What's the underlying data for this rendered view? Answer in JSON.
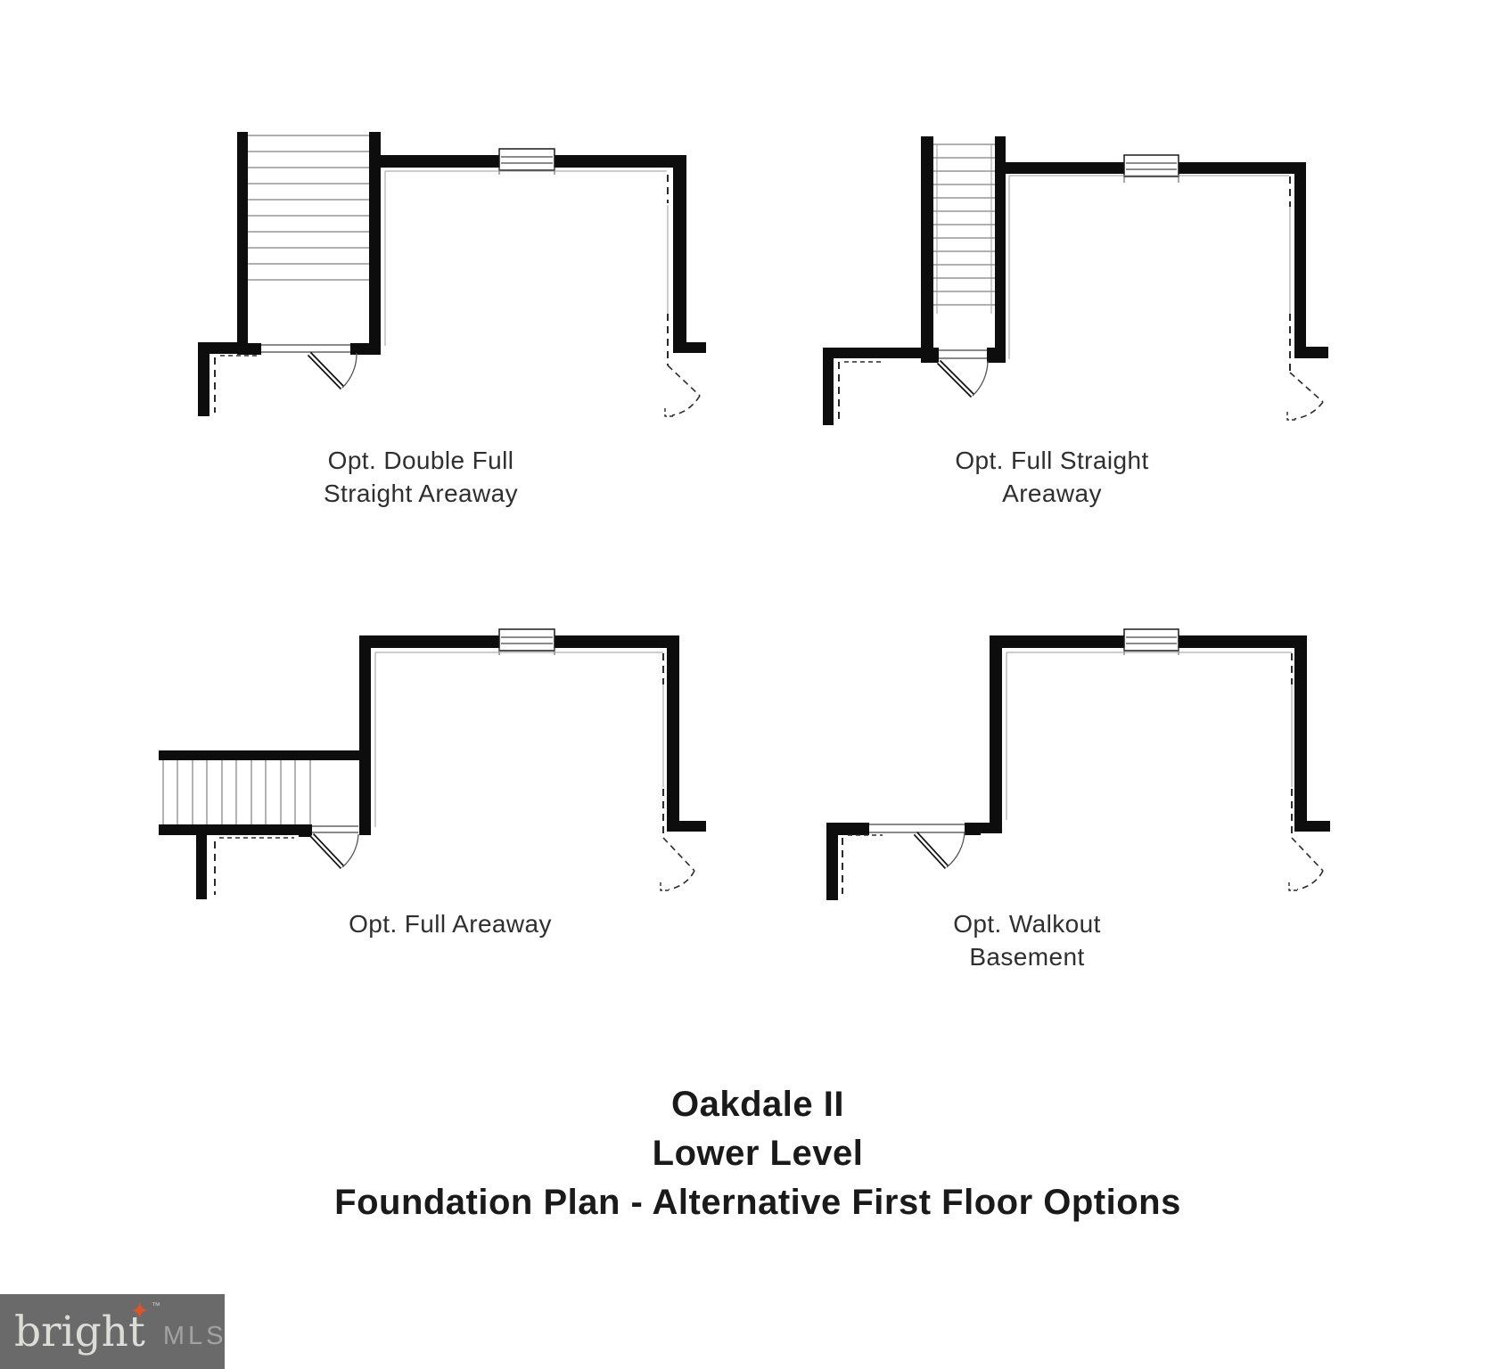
{
  "page": {
    "background": "#ffffff"
  },
  "plans": [
    {
      "label_line1": "Opt. Double Full",
      "label_line2": "Straight Areaway"
    },
    {
      "label_line1": "Opt. Full Straight",
      "label_line2": "Areaway"
    },
    {
      "label_line1": "Opt. Full Areaway",
      "label_line2": ""
    },
    {
      "label_line1": "Opt. Walkout",
      "label_line2": "Basement"
    }
  ],
  "title": {
    "line1": "Oakdale II",
    "line2": "Lower Level",
    "line3": "Foundation Plan - Alternative First Floor Options"
  },
  "logo": {
    "brand": "bright",
    "trademark": "™",
    "suffix": "MLS",
    "star_glyph": "✦",
    "background": "#6a6a6a",
    "brand_color": "#dcdcd8",
    "suffix_color": "#a2a2a2",
    "star_color": "#d9552b"
  },
  "colors": {
    "wall": "#0d0d0d",
    "thin_line": "#9b9b9b",
    "dash_line": "#2b2b2b",
    "label_text": "#2f2f2f",
    "title_text": "#1a1a1a"
  }
}
